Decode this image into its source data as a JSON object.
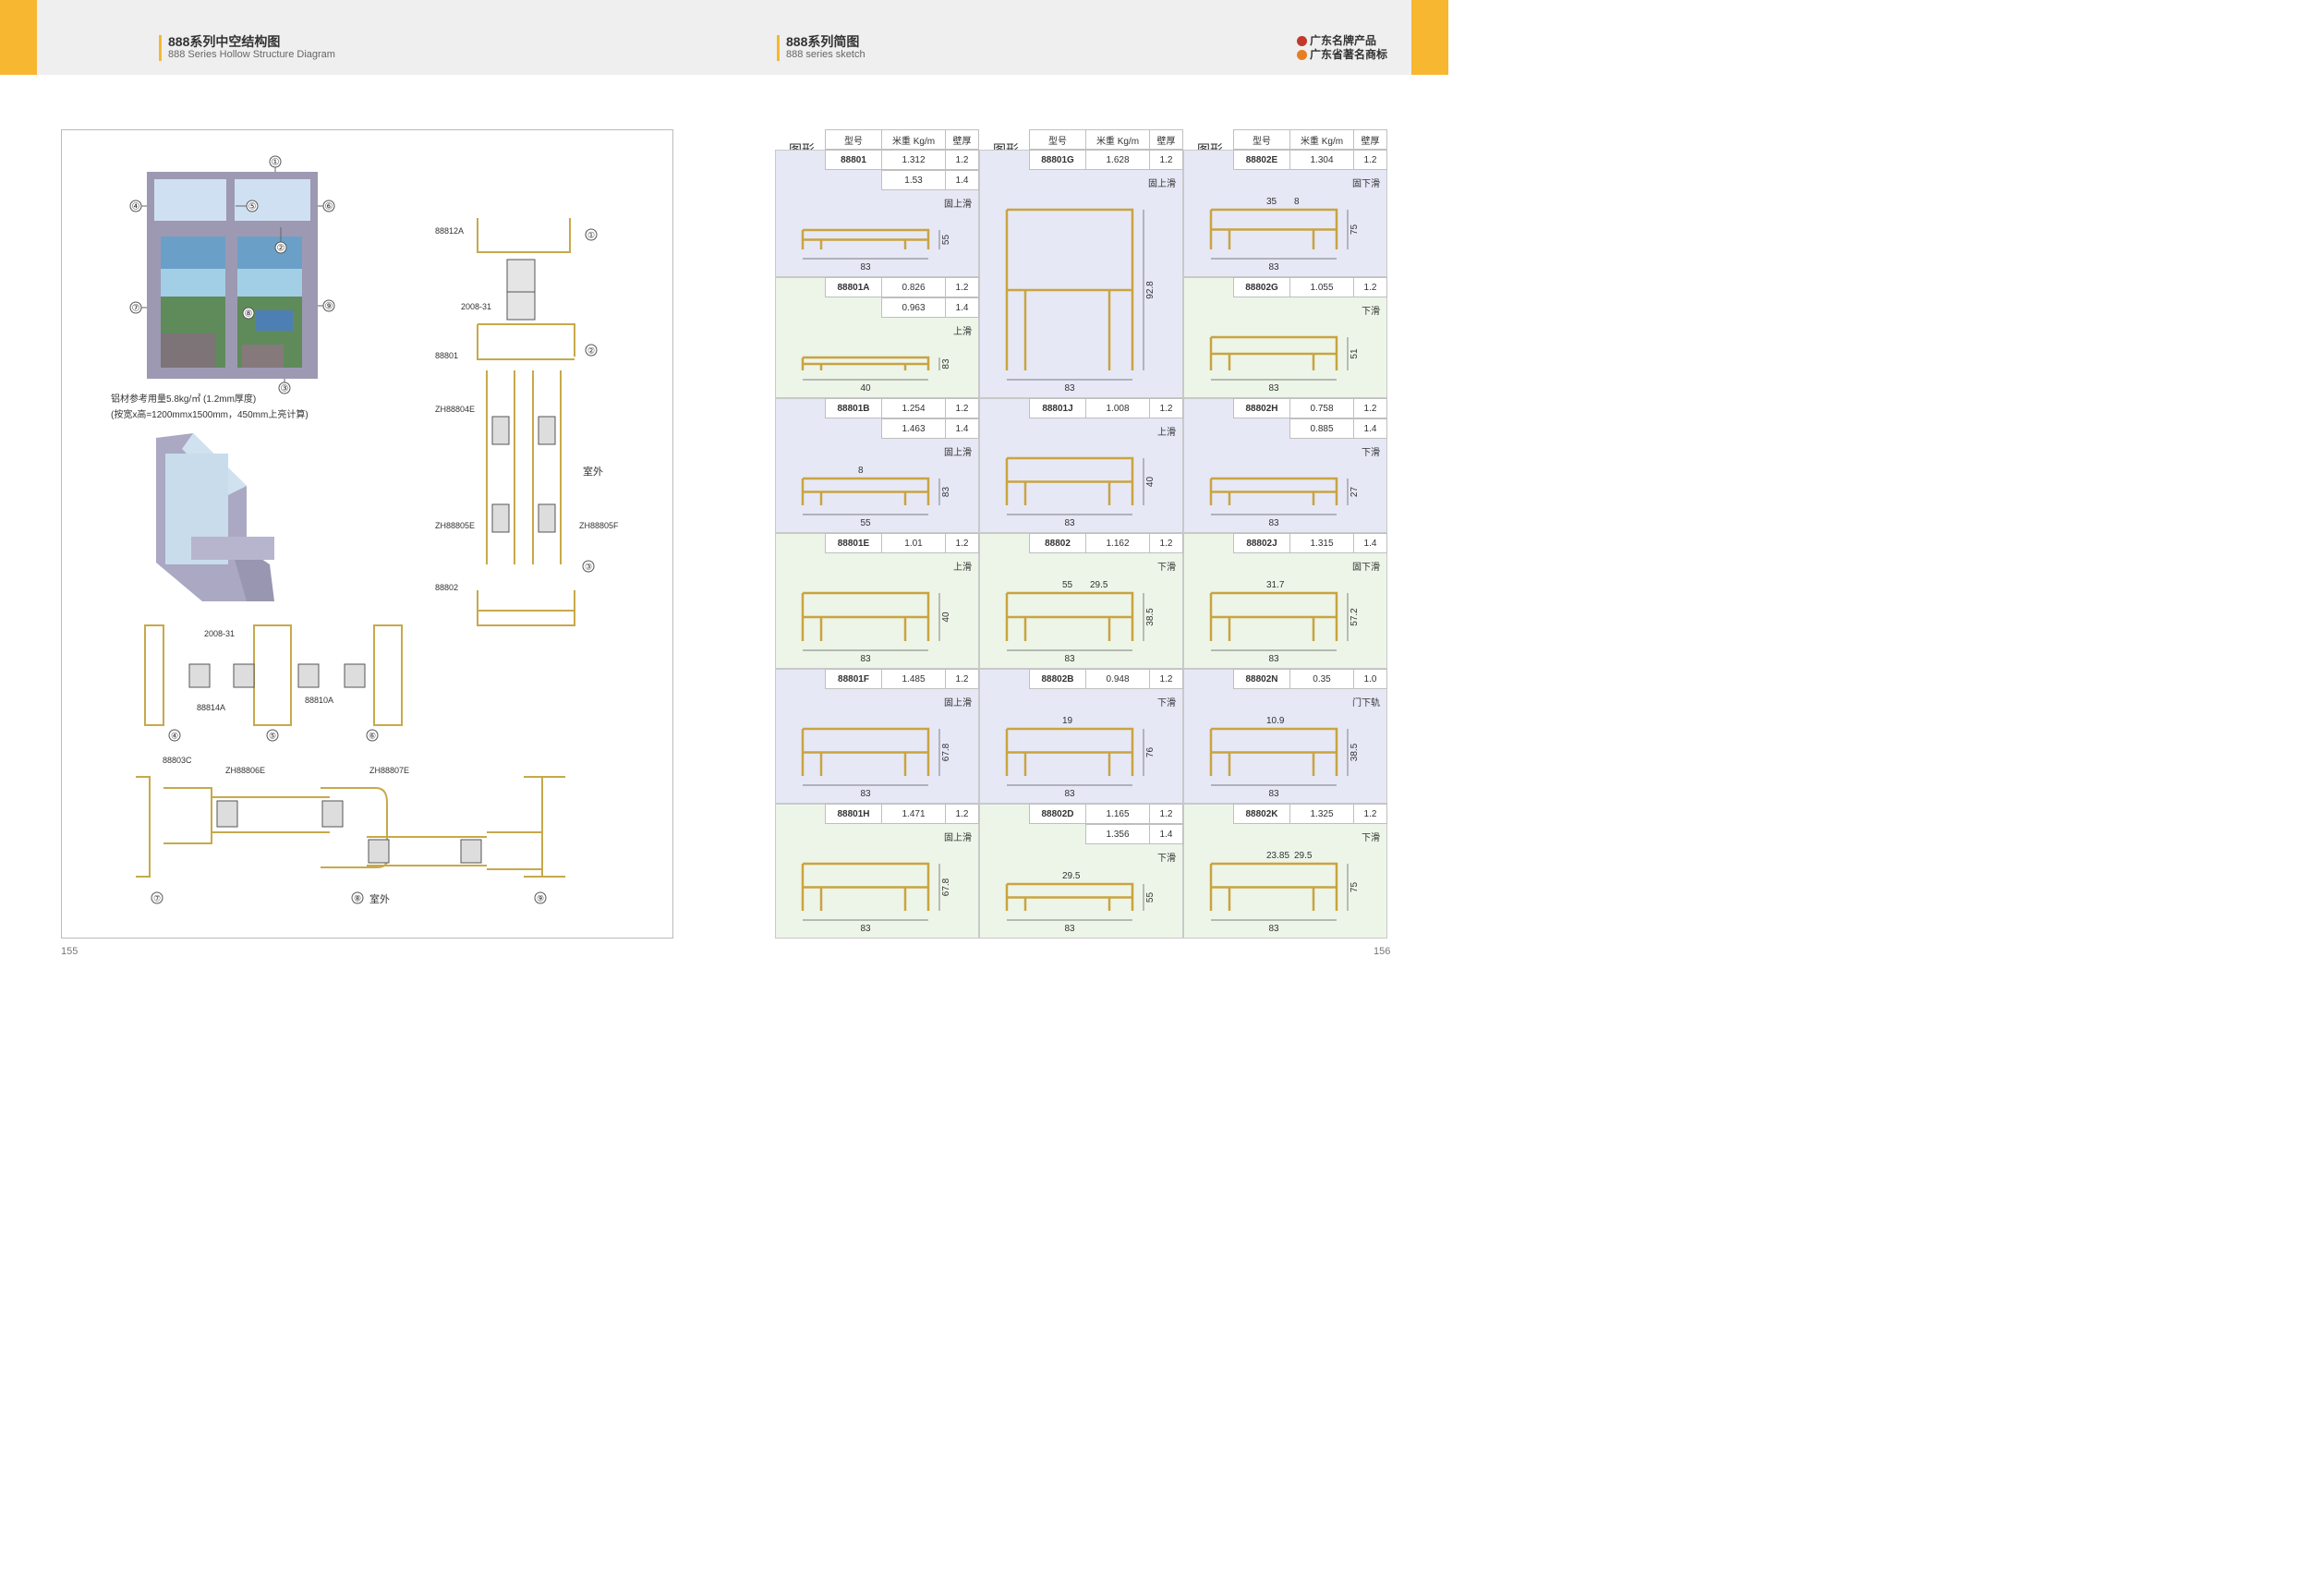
{
  "header": {
    "left_cn": "888系列中空结构图",
    "left_en": "888 Series Hollow Structure Diagram",
    "right_cn": "888系列简图",
    "right_en": "888 series sketch",
    "brand1": "广东名牌产品",
    "brand2": "广东省著名商标",
    "brand_colors": [
      "#c0392b",
      "#e67e22"
    ]
  },
  "left": {
    "usage_line1": "铝材参考用量5.8kg/㎡ (1.2mm厚度)",
    "usage_line2": "(按宽x高=1200mmx1500mm，450mm上亮计算)",
    "circles": [
      "①",
      "②",
      "③",
      "④",
      "⑤",
      "⑥",
      "⑦",
      "⑧",
      "⑨"
    ],
    "v_labels": [
      "88812A",
      "2008-31",
      "88801",
      "ZH88804E",
      "ZH88805E",
      "ZH88805F",
      "88802"
    ],
    "v_outside": "室外",
    "b_labels": [
      "2008-31",
      "88814A",
      "88810A"
    ],
    "h_labels": [
      "88803C",
      "ZH88806E",
      "ZH88807E"
    ],
    "h_outside": "室外",
    "page": "155"
  },
  "right": {
    "page": "156",
    "header_labels": {
      "shape": "图形",
      "model": "型号",
      "weight": "米重 Kg/m",
      "wall": "壁厚"
    },
    "columns": [
      [
        {
          "rows": [
            [
              "88801",
              "1.312",
              "1.2"
            ],
            [
              "",
              "1.53",
              "1.4"
            ]
          ],
          "tag": "固上滑",
          "dims": [
            "55",
            "83"
          ]
        },
        {
          "rows": [
            [
              "88801A",
              "0.826",
              "1.2"
            ],
            [
              "",
              "0.963",
              "1.4"
            ]
          ],
          "tag": "上滑",
          "dims": [
            "83",
            "40"
          ]
        },
        {
          "rows": [
            [
              "88801B",
              "1.254",
              "1.2"
            ],
            [
              "",
              "1.463",
              "1.4"
            ]
          ],
          "tag": "固上滑",
          "dims": [
            "83",
            "8",
            "55"
          ]
        },
        {
          "rows": [
            [
              "88801E",
              "1.01",
              "1.2"
            ]
          ],
          "tag": "上滑",
          "dims": [
            "40",
            "83"
          ]
        },
        {
          "rows": [
            [
              "88801F",
              "1.485",
              "1.2"
            ]
          ],
          "tag": "固上滑",
          "dims": [
            "67.8",
            "83"
          ]
        },
        {
          "rows": [
            [
              "88801H",
              "1.471",
              "1.2"
            ]
          ],
          "tag": "固上滑",
          "dims": [
            "67.8",
            "83"
          ]
        }
      ],
      [
        {
          "rows": [
            [
              "88801G",
              "1.628",
              "1.2"
            ]
          ],
          "tag": "固上滑",
          "dims": [
            "92.8",
            "83"
          ]
        },
        {
          "rows": [
            [
              "88801J",
              "1.008",
              "1.2"
            ]
          ],
          "tag": "上滑",
          "dims": [
            "40",
            "83"
          ]
        },
        {
          "rows": [
            [
              "88802",
              "1.162",
              "1.2"
            ]
          ],
          "tag": "下滑",
          "dims": [
            "38.5",
            "55",
            "29.5",
            "83"
          ]
        },
        {
          "rows": [
            [
              "88802B",
              "0.948",
              "1.2"
            ]
          ],
          "tag": "下滑",
          "dims": [
            "76",
            "19",
            "83"
          ]
        },
        {
          "rows": [
            [
              "88802D",
              "1.165",
              "1.2"
            ],
            [
              "",
              "1.356",
              "1.4"
            ]
          ],
          "tag": "下滑",
          "dims": [
            "55",
            "29.5",
            "83"
          ]
        }
      ],
      [
        {
          "rows": [
            [
              "88802E",
              "1.304",
              "1.2"
            ]
          ],
          "tag": "固下滑",
          "dims": [
            "75",
            "35",
            "8",
            "83"
          ]
        },
        {
          "rows": [
            [
              "88802G",
              "1.055",
              "1.2"
            ]
          ],
          "tag": "下滑",
          "dims": [
            "51",
            "83"
          ]
        },
        {
          "rows": [
            [
              "88802H",
              "0.758",
              "1.2"
            ],
            [
              "",
              "0.885",
              "1.4"
            ]
          ],
          "tag": "下滑",
          "dims": [
            "27",
            "83"
          ]
        },
        {
          "rows": [
            [
              "88802J",
              "1.315",
              "1.4"
            ]
          ],
          "tag": "固下滑",
          "dims": [
            "57.2",
            "31.7",
            "83"
          ]
        },
        {
          "rows": [
            [
              "88802N",
              "0.35",
              "1.0"
            ]
          ],
          "tag": "门下轨",
          "dims": [
            "38.5",
            "10.9",
            "83"
          ]
        },
        {
          "rows": [
            [
              "88802K",
              "1.325",
              "1.2"
            ]
          ],
          "tag": "下滑",
          "dims": [
            "75",
            "23.85",
            "29.5",
            "83"
          ]
        }
      ]
    ]
  }
}
